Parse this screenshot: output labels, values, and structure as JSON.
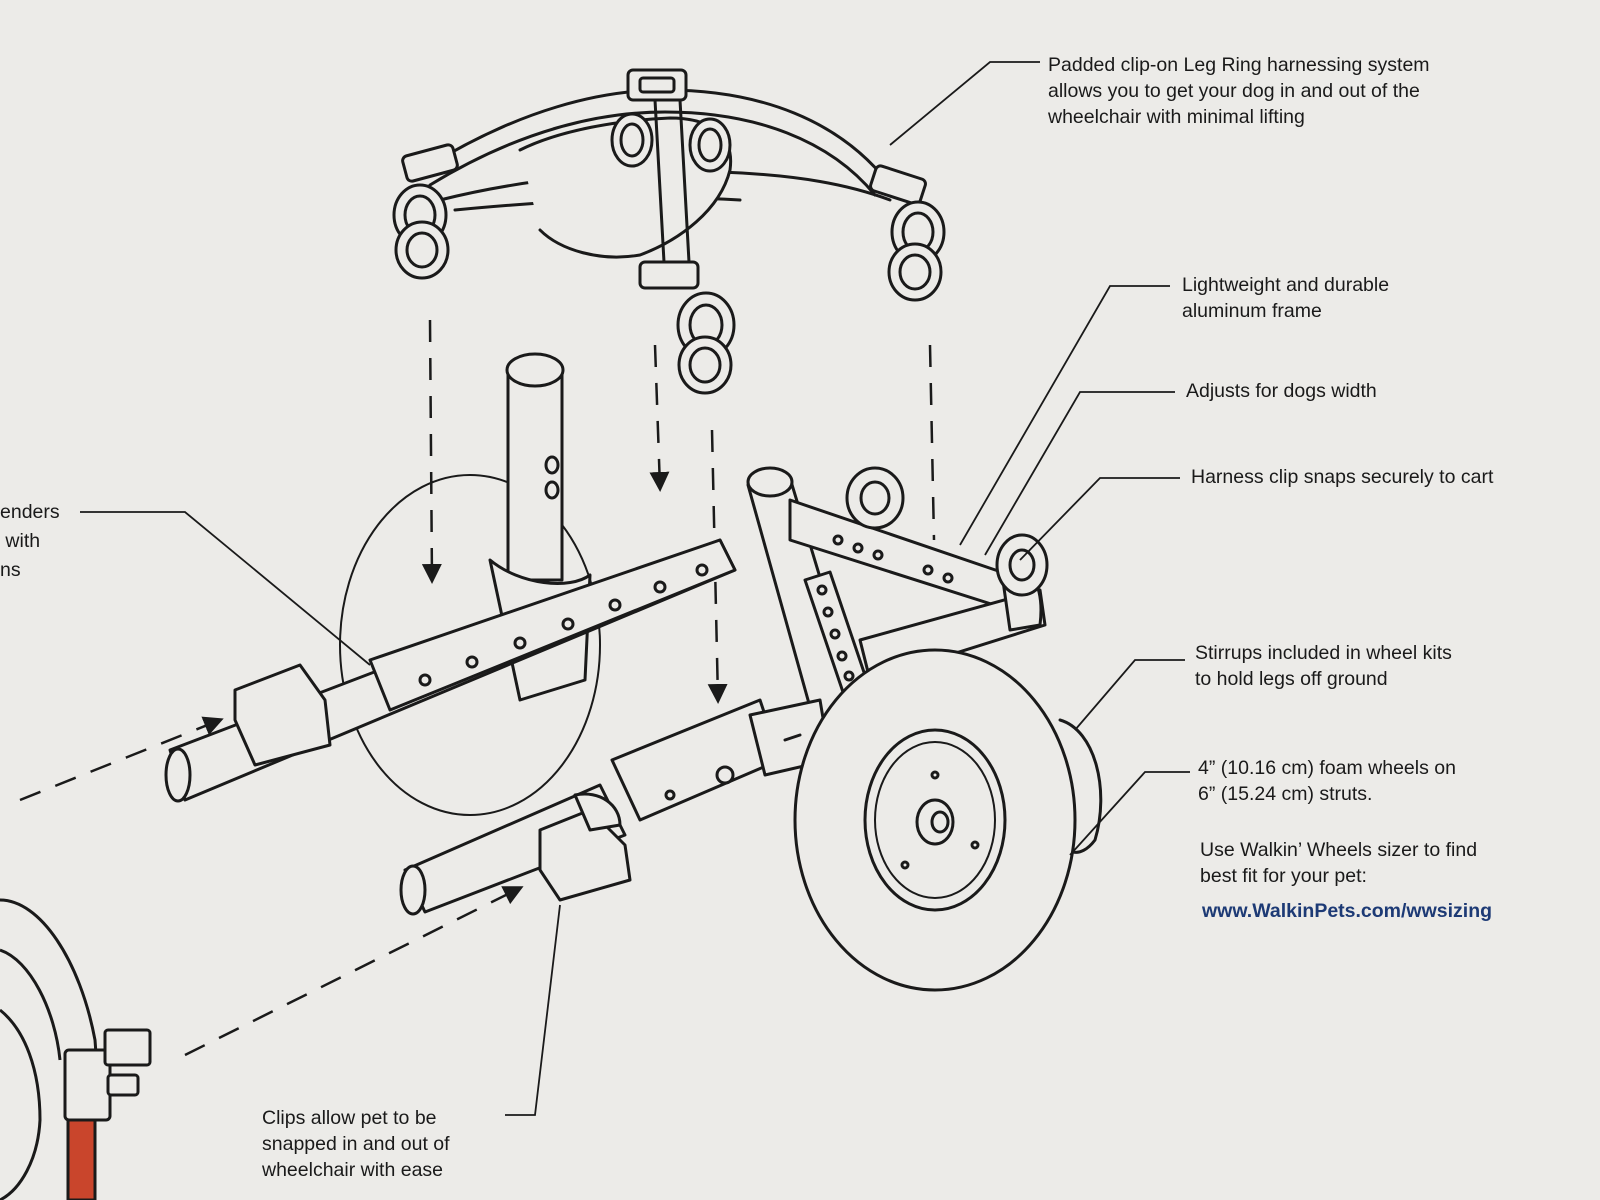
{
  "callouts": {
    "harness": {
      "lines": [
        "Padded clip-on Leg Ring harnessing system",
        "allows you to get your dog in and out of the",
        "wheelchair with minimal lifting"
      ]
    },
    "frame": {
      "lines": [
        "Lightweight and durable",
        "aluminum frame"
      ]
    },
    "width": {
      "lines": [
        "Adjusts for dogs width"
      ]
    },
    "clip_cart": {
      "lines": [
        "Harness clip snaps securely to cart"
      ]
    },
    "stirrups": {
      "lines": [
        "Stirrups included in wheel kits",
        "to hold legs off ground"
      ]
    },
    "wheels": {
      "lines": [
        "4” (10.16 cm) foam wheels on",
        "6” (15.24 cm) struts."
      ]
    },
    "sizer": {
      "lines": [
        "Use Walkin’ Wheels sizer to find",
        "best fit for your pet:"
      ]
    },
    "url": "www.WalkinPets.com/wwsizing",
    "clips": {
      "lines": [
        "Clips allow pet to be",
        "snapped in and out of",
        "wheelchair with ease"
      ]
    },
    "extenders_partial": {
      "lines": [
        "enders",
        " with",
        "ns"
      ]
    }
  },
  "icons": {
    "harness": "leg-ring-harness-icon",
    "frame": "wheelchair-frame-icon",
    "wheel": "foam-wheel-icon",
    "stirrup": "stirrup-icon",
    "clip": "clip-icon",
    "dog_harness": "dog-harness-icon"
  },
  "colors": {
    "background": "#ecebe8",
    "line": "#1a1a1a",
    "url": "#1d3a75",
    "strap": "#c9452c"
  }
}
